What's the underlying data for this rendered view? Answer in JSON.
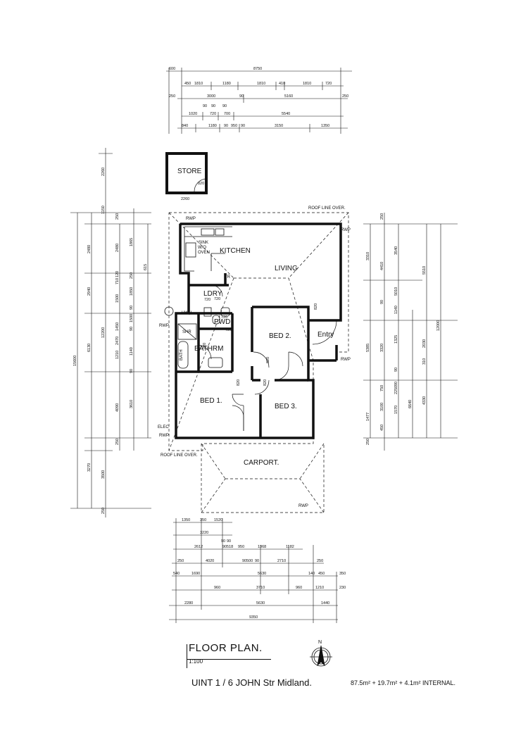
{
  "rooms": {
    "store": "STORE",
    "kitchen": "KITCHEN",
    "living": "LIVING",
    "ldry": "LDRY",
    "pwd": "PWD",
    "bathrm": "BATHRM",
    "bed1": "BED 1.",
    "bed2": "BED 2.",
    "bed3": "BED 3.",
    "entry": "Entry",
    "carport": "CARPORT."
  },
  "fixtures": {
    "sink": "SINK",
    "wo": "W/O",
    "oven": "OVEN",
    "shr": "SHR",
    "bath": "BATH",
    "hw": "HWU",
    "elec": "ELEC",
    "tr": "TR",
    "st": "ST"
  },
  "notes": {
    "roof_top": "ROOF LINE OVER.",
    "roof_bottom": "ROOF LINE OVER.",
    "rwp": "RWP"
  },
  "dims": {
    "top": {
      "r1": [
        "600",
        "8750"
      ],
      "r2": [
        "450",
        "1810",
        "1180",
        "1810",
        "410",
        "1810",
        "720"
      ],
      "r3": [
        "250",
        "3000",
        "90",
        "5160",
        "250"
      ],
      "r4": [
        "90",
        "90",
        "90"
      ],
      "r5": [
        "1020",
        "720",
        "700",
        "5540"
      ],
      "r6": [
        "840",
        "1180",
        "90",
        "950",
        "90",
        "3150",
        "1350"
      ]
    },
    "store_w": "2260",
    "store_door": "820",
    "left": {
      "c1": [
        "15600"
      ],
      "c2": [
        "2260",
        "1150",
        "12200",
        "3500",
        "250"
      ],
      "c3": [
        "2480",
        "2940",
        "6130",
        "3270"
      ],
      "c4": [
        "250",
        "2480",
        "120",
        "710",
        "1500",
        "2470",
        "1450",
        "1210",
        "4090",
        "250"
      ],
      "c5": [
        "1865",
        "615",
        "250",
        "1850",
        "90",
        "1500",
        "90",
        "1140",
        "90",
        "3610"
      ]
    },
    "right": {
      "c1": [
        "3310",
        "5385",
        "1477",
        "250"
      ],
      "c2": [
        "250",
        "4410",
        "90",
        "3320",
        "750",
        "3100",
        "450"
      ],
      "c3": [
        "3540",
        "5010",
        "1140",
        "1325",
        "2250",
        "1570",
        "90",
        "90"
      ],
      "c4": [
        "5510",
        "2030",
        "4330",
        "6640",
        "310",
        "12000"
      ]
    },
    "bottom": {
      "r1": [
        "1350",
        "350",
        "1520"
      ],
      "r2": [
        "3220"
      ],
      "r3": [
        "90",
        "90"
      ],
      "r4": [
        "2612",
        "90",
        "518",
        "950",
        "1368",
        "1182"
      ],
      "r5": [
        "250",
        "4020",
        "90",
        "500",
        "90",
        "2710",
        "250"
      ],
      "r6": [
        "540",
        "1690",
        "5630",
        "140",
        "450",
        "350"
      ],
      "r7": [
        "960",
        "3710",
        "960",
        "1210",
        "230"
      ],
      "r8": [
        "2280",
        "5630",
        "1440"
      ],
      "r9": [
        "9350"
      ]
    },
    "doors": [
      "720",
      "720",
      "720",
      "720",
      "720",
      "820",
      "820",
      "820",
      "820"
    ]
  },
  "title": {
    "heading": "FLOOR PLAN.",
    "scale": "1:100",
    "address": "UINT 1 / 6 JOHN Str Midland.",
    "area": "87.5m² + 19.7m² + 4.1m² INTERNAL.",
    "north": "N"
  }
}
